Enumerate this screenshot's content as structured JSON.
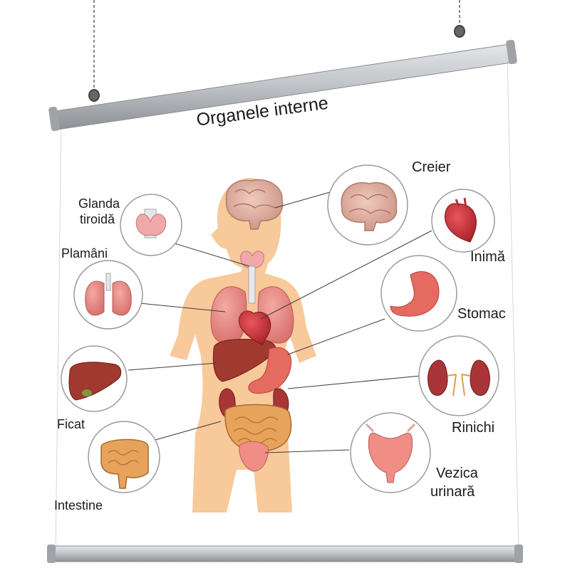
{
  "poster": {
    "title": "Organele interne",
    "labels": {
      "brain": "Creier",
      "thyroid_line1": "Glanda",
      "thyroid_line2": "tiroidă",
      "lungs": "Plamâni",
      "heart": "Inimă",
      "stomach": "Stomac",
      "liver": "Ficat",
      "kidneys": "Rinichi",
      "intestine": "Intestine",
      "bladder_line1": "Vezica",
      "bladder_line2": "urinară"
    }
  },
  "colors": {
    "skin": "#f8c99a",
    "organ_red": "#c9383a",
    "organ_pink": "#e98a86",
    "brain": "#d9a79a",
    "rail": "#b9bcc0",
    "circle_border": "#9a9a9a"
  },
  "icons": [
    "brain-icon",
    "thyroid-icon",
    "lungs-icon",
    "heart-icon",
    "stomach-icon",
    "liver-icon",
    "kidneys-icon",
    "intestine-icon",
    "bladder-icon",
    "body-silhouette"
  ]
}
